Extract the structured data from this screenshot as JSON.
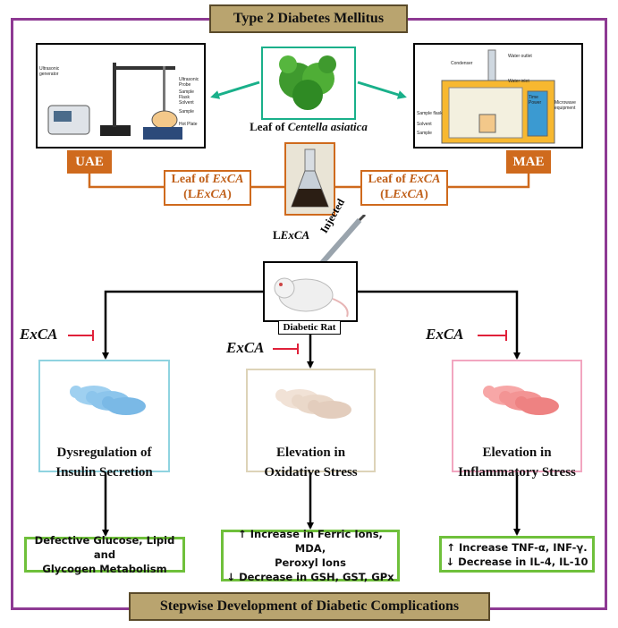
{
  "title": "Type 2 Diabetes Mellitus",
  "footer": "Stepwise Development of Diabetic Complications",
  "leaf_caption_prefix": "Leaf of ",
  "leaf_caption_species": "Centella asiatica",
  "uae": {
    "tag": "UAE",
    "labels": [
      "Ultrasonic generator",
      "Ultrasonic Probe",
      "Sample Flask",
      "Solvent",
      "Sample",
      "Hot Plate"
    ]
  },
  "mae": {
    "tag": "MAE",
    "labels": [
      "Condenser",
      "Water outlet",
      "Water inlet",
      "Sample flask",
      "Solvent",
      "Sample",
      "Microwave equipment",
      "Time Power"
    ]
  },
  "leaf_box": {
    "line1_prefix": "Leaf of ",
    "line1_italic": "ExCA",
    "line2_open": "(L",
    "line2_italic": "ExCA",
    "line2_close": ")"
  },
  "lexca_label": {
    "prefix": "L",
    "italic": "ExCA"
  },
  "injected": "Injected",
  "rat_label": "Diabetic Rat",
  "inhibitor_label": "ExCA",
  "colors": {
    "frame": "#8e3a93",
    "banner": "#b9a46f",
    "orange": "#cf6a1d",
    "teal_arrow": "#19b08a",
    "inhibit": "#e0213a",
    "green": "#6fc03b",
    "box_blue": "#8fd3e0",
    "box_beige": "#ddd3b8",
    "box_pink": "#f2a6c0"
  },
  "mechanisms": [
    {
      "line1": "Dysregulation of",
      "line2": "Insulin Secretion"
    },
    {
      "line1": "Elevation in",
      "line2": "Oxidative Stress"
    },
    {
      "line1": "Elevation in",
      "line2": "Inflammatory Stress"
    }
  ],
  "outcomes": [
    [
      "Defective Glucose, Lipid and",
      "Glycogen Metabolism"
    ],
    [
      "↑ Increase in Ferric Ions, MDA,",
      "Peroxyl Ions",
      "↓ Decrease in GSH, GST, GPx"
    ],
    [
      "↑ Increase TNF-α, INF-γ.",
      "↓ Decrease in IL-4, IL-10"
    ]
  ]
}
